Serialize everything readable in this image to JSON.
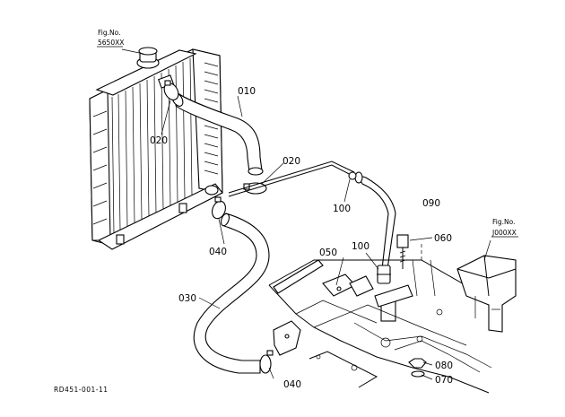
{
  "figure_refs": [
    {
      "line1": "Fig.No.",
      "line2": "5650XX"
    },
    {
      "line1": "Fig.No.",
      "line2": "J000XX"
    }
  ],
  "part_labels": {
    "p010": "010",
    "p020_upper": "020",
    "p020_lower": "020",
    "p030": "030",
    "p040_mid": "040",
    "p040_bottom": "040",
    "p050": "050",
    "p060": "060",
    "p070": "070",
    "p080": "080",
    "p090": "090",
    "p100_upper": "100",
    "p100_lower": "100"
  },
  "drawing_code": "RD451-001-11"
}
